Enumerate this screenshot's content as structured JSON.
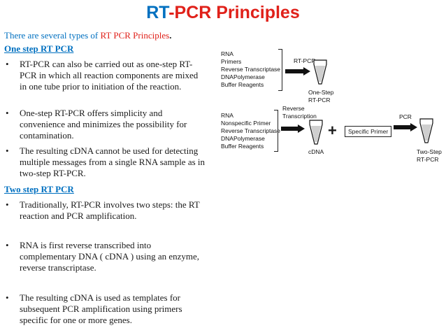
{
  "title_rt": "RT",
  "title_rest": "-PCR Principles",
  "intro": {
    "prefix": "There are several types of ",
    "highlight": "RT PCR Principles",
    "suffix": "."
  },
  "one_step": {
    "heading": "One step RT PCR",
    "bullets": [
      " RT-PCR can also be carried out as one-step RT-PCR in which all reaction components are mixed in one tube prior to initiation of the reaction.",
      "One-step RT-PCR offers simplicity and convenience and minimizes the possibility for contamination.",
      " The resulting cDNA cannot be used for detecting multiple messages from a single RNA sample as in two-step RT-PCR."
    ]
  },
  "two_step": {
    "heading": "Two step RT PCR",
    "bullets": [
      "Traditionally, RT-PCR involves two steps: the RT reaction and PCR amplification.",
      "RNA is first reverse transcribed into complementary DNA ( cDNA ) using an enzyme, reverse transcriptase.",
      "The resulting cDNA is used as templates for subsequent PCR amplification using primers specific for one or more genes."
    ]
  },
  "bullet_symbol": "•",
  "diagram": {
    "one_step_list": [
      "RNA",
      "Primers",
      "Reverse Transcriptase",
      "DNAPolymerase",
      "Buffer Reagents"
    ],
    "one_step_process": "RT-PCR",
    "one_step_result": [
      "One-Step",
      "RT-PCR"
    ],
    "two_step_list": [
      "RNA",
      "Nonspecific Primer",
      "Reverse Transcriptase",
      "DNAPolymerase",
      "Buffer Reagents"
    ],
    "two_step_process": [
      "Reverse",
      "Transcription"
    ],
    "cdna_label": "cDNA",
    "plus": "+",
    "specific_primer": "Specific Primer",
    "pcr_label": "PCR",
    "two_step_result": [
      "Two-Step",
      "RT-PCR"
    ]
  }
}
